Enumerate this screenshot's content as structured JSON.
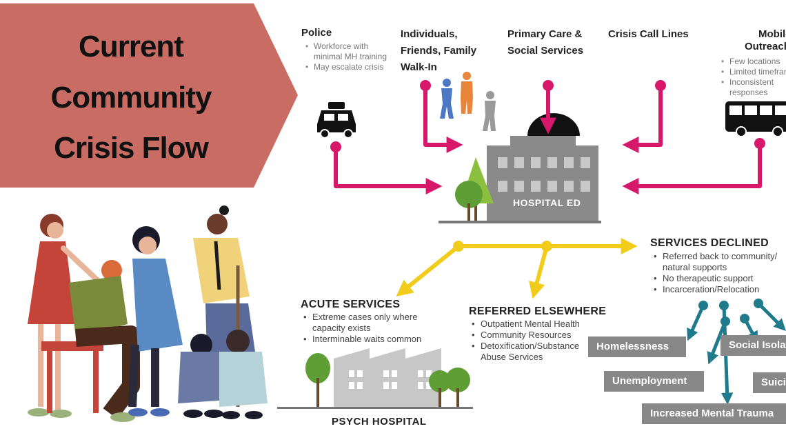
{
  "title": {
    "line1": "Current",
    "line2": "Community",
    "line3": "Crisis Flow"
  },
  "colors": {
    "banner": "#c96c63",
    "flow_in": "#d6176a",
    "flow_out": "#f2cc1b",
    "outcome_arrow": "#1f7a8c",
    "building": "#8a8a8a",
    "outcome_box": "#888888"
  },
  "sources": {
    "police": {
      "title": "Police",
      "bullets": [
        "Workforce with minimal MH training",
        "May escalate crisis"
      ],
      "icon": "taxi-icon"
    },
    "individuals": {
      "title_line1": "Individuals,",
      "title_line2": "Friends, Family",
      "title_line3": "Walk-In",
      "icon": "people-icon"
    },
    "primary_care": {
      "title_line1": "Primary Care &",
      "title_line2": "Social Services"
    },
    "crisis_lines": {
      "title": "Crisis Call Lines"
    },
    "mobile": {
      "title_line1": "Mobile",
      "title_line2": "Outreach",
      "bullets": [
        "Few locations",
        "Limited timeframe",
        "Inconsistent responses"
      ],
      "icon": "bus-icon"
    }
  },
  "hub": {
    "label": "HOSPITAL ED",
    "icon": "hospital-icon"
  },
  "acute": {
    "title": "ACUTE SERVICES",
    "bullets": [
      "Extreme cases only where capacity exists",
      "Interminable waits common"
    ]
  },
  "referred": {
    "title": "REFERRED ELSEWHERE",
    "bullets": [
      "Outpatient Mental Health",
      "Community Resources",
      "Detoxification/Substance Abuse Services"
    ]
  },
  "declined": {
    "title": "SERVICES DECLINED",
    "bullets": [
      "Referred back to community/ natural supports",
      "No therapeutic support",
      "Incarceration/Relocation"
    ]
  },
  "psych": {
    "label": "PSYCH HOSPITAL",
    "icon": "factory-icon"
  },
  "outcomes": {
    "homelessness": "Homelessness",
    "isolation": "Social Isolation",
    "unemployment": "Unemployment",
    "suicide": "Suicide",
    "trauma": "Increased Mental Trauma"
  },
  "illustration": {
    "icon": "distressed-people-illustration"
  }
}
